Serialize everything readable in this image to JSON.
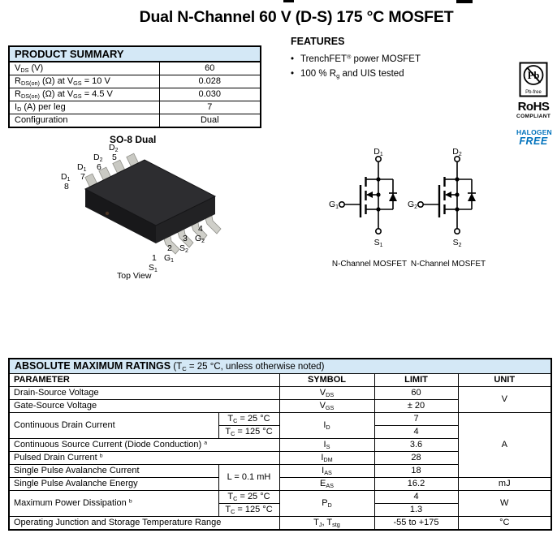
{
  "page": {
    "title": "Dual N-Channel 60 V (D-S) 175 °C MOSFET"
  },
  "colors": {
    "table_header_blue": "#d4e8f6",
    "brand_blue": "#0072bc"
  },
  "product_summary": {
    "header": "PRODUCT SUMMARY",
    "rows": [
      {
        "p1": "V",
        "s1": "DS",
        "p2": " (V)",
        "value": "60"
      },
      {
        "p1": "R",
        "s1": "DS(on)",
        "p2": " (Ω) at V",
        "s2": "GS",
        "p3": " = 10 V",
        "value": "0.028"
      },
      {
        "p1": "R",
        "s1": "DS(on)",
        "p2": " (Ω) at V",
        "s2": "GS",
        "p3": " = 4.5 V",
        "value": "0.030"
      },
      {
        "p1": "I",
        "s1": "D",
        "p2": " (A) per leg",
        "value": "7"
      },
      {
        "p1": "Configuration",
        "value": "Dual"
      }
    ]
  },
  "features": {
    "heading": "FEATURES",
    "bullet": "•",
    "items": [
      {
        "pre": "TrenchFET",
        "sup": "®",
        "post": " power MOSFET"
      },
      {
        "pre": "100 % R",
        "sub": "g",
        "post": " and UIS tested"
      }
    ]
  },
  "compliance": {
    "pb_symbol": "Pb",
    "pb_free_label": "Pb-free",
    "rohs": "RoHS",
    "compliant": "COMPLIANT",
    "halogen": "HALOGEN",
    "free": "FREE"
  },
  "package": {
    "title": "SO-8 Dual",
    "caption": "Top View",
    "pins_top": [
      {
        "num": "5",
        "base": "D",
        "sub": "2"
      },
      {
        "num": "6",
        "base": "D",
        "sub": "2"
      },
      {
        "num": "7",
        "base": "D",
        "sub": "1"
      },
      {
        "num": "8",
        "base": "D",
        "sub": "1"
      }
    ],
    "pins_bottom": [
      {
        "num": "1",
        "base": "S",
        "sub": "1"
      },
      {
        "num": "2",
        "base": "G",
        "sub": "1"
      },
      {
        "num": "3",
        "base": "S",
        "sub": "2"
      },
      {
        "num": "4",
        "base": "G",
        "sub": "2"
      }
    ]
  },
  "mosfets": [
    {
      "drain": {
        "b": "D",
        "s": "1"
      },
      "gate": {
        "b": "G",
        "s": "1"
      },
      "source": {
        "b": "S",
        "s": "1"
      },
      "caption": "N-Channel MOSFET"
    },
    {
      "drain": {
        "b": "D",
        "s": "2"
      },
      "gate": {
        "b": "G",
        "s": "2"
      },
      "source": {
        "b": "S",
        "s": "2"
      },
      "caption": "N-Channel MOSFET"
    }
  ],
  "amr": {
    "title": "ABSOLUTE MAXIMUM RATINGS",
    "subtitle": {
      "pre": " (T",
      "sub": "C",
      "post": " = 25 °C, unless otherwise noted)"
    },
    "headers": {
      "parameter": "PARAMETER",
      "symbol": "SYMBOL",
      "limit": "LIMIT",
      "unit": "UNIT"
    },
    "rows": {
      "vds": {
        "param": "Drain-Source Voltage",
        "sym": {
          "b": "V",
          "s": "DS"
        },
        "limit": "60"
      },
      "vgs": {
        "param": "Gate-Source Voltage",
        "sym": {
          "b": "V",
          "s": "GS"
        },
        "limit": "± 20"
      },
      "id": {
        "param": "Continuous Drain Current",
        "cond1": {
          "b": "T",
          "s": "C",
          "t": " = 25 °C"
        },
        "cond2": {
          "b": "T",
          "s": "C",
          "t": " = 125 °C"
        },
        "sym": {
          "b": "I",
          "s": "D"
        },
        "limit1": "7",
        "limit2": "4"
      },
      "is": {
        "param": "Continuous Source Current (Diode Conduction) ",
        "sup": "a",
        "sym": {
          "b": "I",
          "s": "S"
        },
        "limit": "3.6"
      },
      "idm": {
        "param": "Pulsed Drain Current ",
        "sup": "b",
        "sym": {
          "b": "I",
          "s": "DM"
        },
        "limit": "28"
      },
      "ias": {
        "param": "Single Pulse Avalanche Current",
        "cond": "L = 0.1 mH",
        "sym": {
          "b": "I",
          "s": "AS"
        },
        "limit": "18"
      },
      "eas": {
        "param": "Single Pulse Avalanche Energy",
        "sym": {
          "b": "E",
          "s": "AS"
        },
        "limit": "16.2"
      },
      "pd": {
        "param": "Maximum Power Dissipation ",
        "sup": "b",
        "cond1": {
          "b": "T",
          "s": "C",
          "t": " = 25 °C"
        },
        "cond2": {
          "b": "T",
          "s": "C",
          "t": " = 125 °C"
        },
        "sym": {
          "b": "P",
          "s": "D"
        },
        "limit1": "4",
        "limit2": "1.3"
      },
      "tj": {
        "param": "Operating Junction and Storage Temperature Range",
        "sym": {
          "b": "T",
          "s": "J",
          "b2": ", T",
          "s2": "stg"
        },
        "limit": "-55 to +175"
      }
    },
    "units": {
      "v": "V",
      "a": "A",
      "mj": "mJ",
      "w": "W",
      "c": "°C"
    }
  }
}
